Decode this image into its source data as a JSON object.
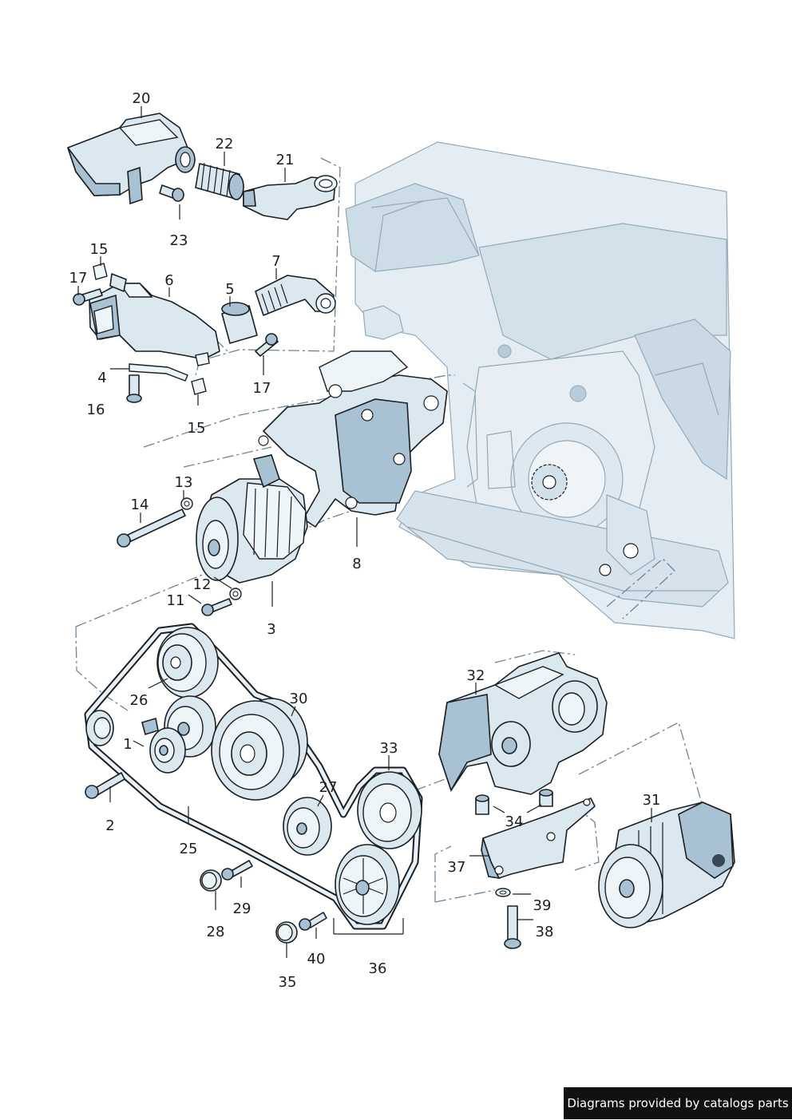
{
  "callouts": {
    "c1": "1",
    "c2": "2",
    "c3": "3",
    "c4": "4",
    "c5": "5",
    "c6": "6",
    "c7": "7",
    "c8": "8",
    "c11": "11",
    "c12": "12",
    "c13": "13",
    "c14": "14",
    "c15a": "15",
    "c15b": "15",
    "c16": "16",
    "c17a": "17",
    "c17b": "17",
    "c20": "20",
    "c21": "21",
    "c22": "22",
    "c23": "23",
    "c25": "25",
    "c26": "26",
    "c27": "27",
    "c28": "28",
    "c29": "29",
    "c30": "30",
    "c31": "31",
    "c32": "32",
    "c33": "33",
    "c34": "34",
    "c35": "35",
    "c36": "36",
    "c37": "37",
    "c38": "38",
    "c39": "39",
    "c40": "40"
  },
  "credit": "Diagrams provided by catalogs parts"
}
